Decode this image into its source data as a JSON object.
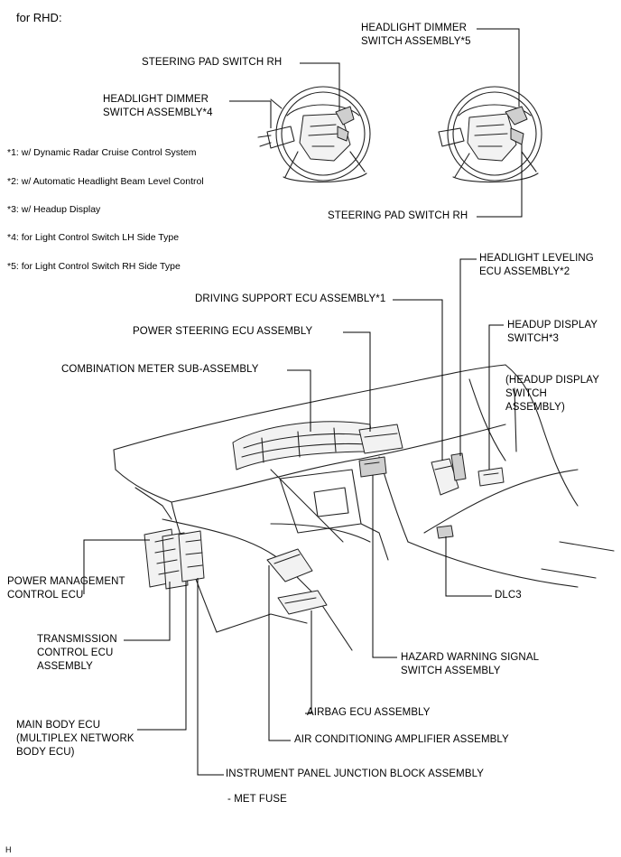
{
  "header": "for RHD:",
  "notes": [
    "*1: w/ Dynamic Radar Cruise Control System",
    "*2: w/ Automatic Headlight Beam Level Control",
    "*3: w/ Headup Display",
    "*4: for Light Control Switch LH Side Type",
    "*5: for Light Control Switch RH Side Type"
  ],
  "labels": {
    "headlight_dimmer_5": "HEADLIGHT DIMMER\nSWITCH ASSEMBLY*5",
    "steering_pad_rh_top": "STEERING PAD SWITCH RH",
    "headlight_dimmer_4": "HEADLIGHT DIMMER\nSWITCH ASSEMBLY*4",
    "steering_pad_rh_bottom": "STEERING PAD SWITCH RH",
    "headlight_leveling": "HEADLIGHT LEVELING\nECU ASSEMBLY*2",
    "driving_support": "DRIVING SUPPORT ECU ASSEMBLY*1",
    "headup_display_switch": "HEADUP DISPLAY\nSWITCH*3",
    "power_steering": "POWER STEERING ECU ASSEMBLY",
    "headup_display_switch_assembly": "(HEADUP DISPLAY\nSWITCH\nASSEMBLY)",
    "combination_meter": "COMBINATION METER SUB-ASSEMBLY",
    "power_management": "POWER MANAGEMENT\nCONTROL ECU",
    "dlc3": "DLC3",
    "transmission": "TRANSMISSION\nCONTROL ECU\nASSEMBLY",
    "hazard_warning": "HAZARD WARNING SIGNAL\nSWITCH ASSEMBLY",
    "airbag": "AIRBAG ECU ASSEMBLY",
    "main_body": "MAIN BODY ECU\n(MULTIPLEX NETWORK\nBODY ECU)",
    "air_conditioning": "AIR CONDITIONING AMPLIFIER ASSEMBLY",
    "instrument_panel": "INSTRUMENT PANEL JUNCTION BLOCK ASSEMBLY",
    "met_fuse": "- MET FUSE"
  },
  "figure_code": "H"
}
